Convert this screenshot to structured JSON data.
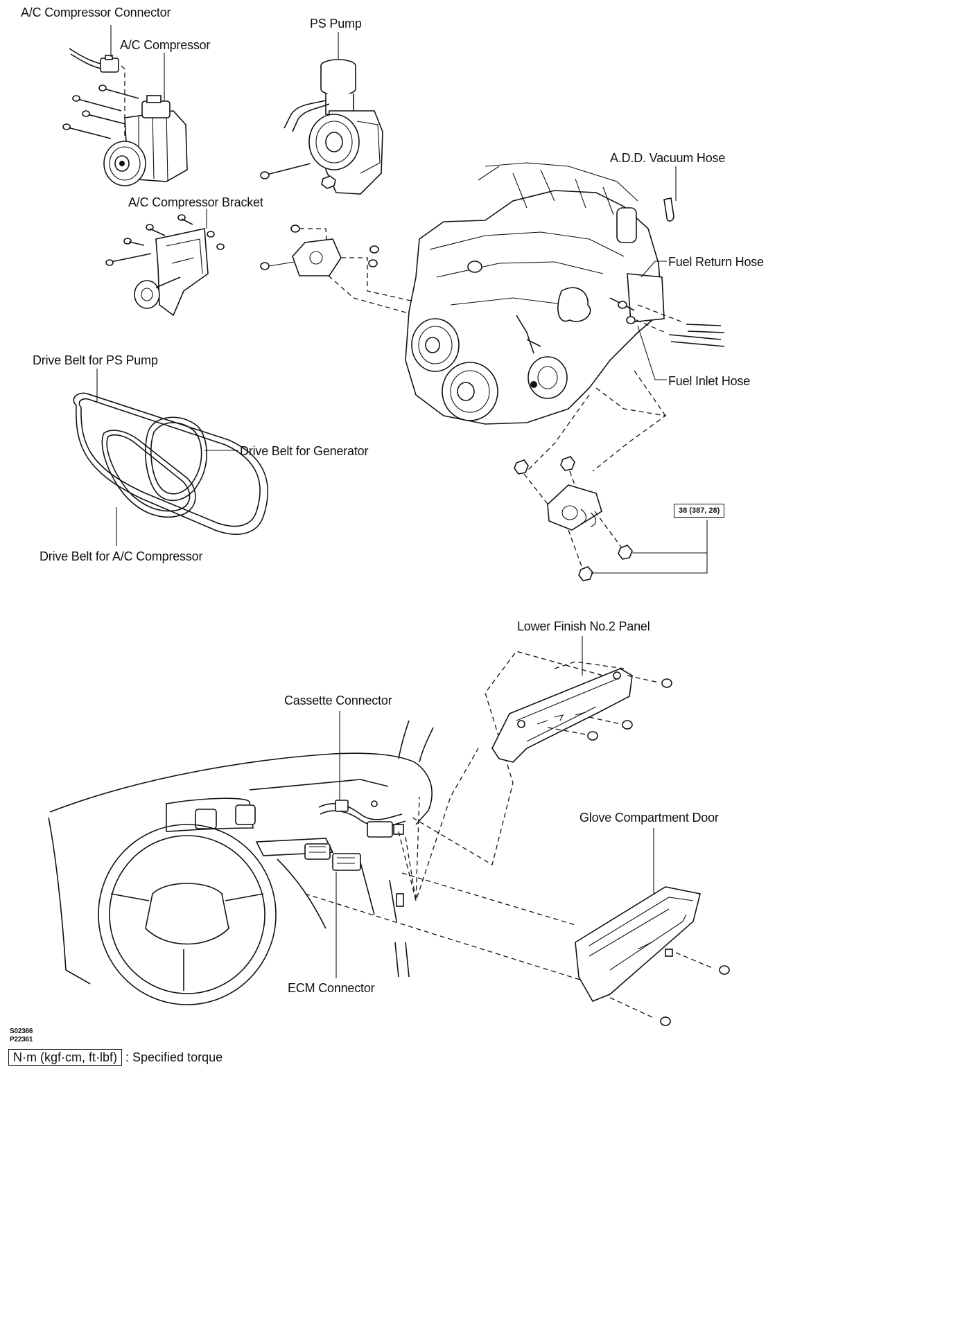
{
  "labels": {
    "ac_compressor_connector": "A/C Compressor Connector",
    "ac_compressor": "A/C Compressor",
    "ps_pump": "PS Pump",
    "add_vacuum_hose": "A.D.D. Vacuum Hose",
    "ac_compressor_bracket": "A/C Compressor Bracket",
    "fuel_return_hose": "Fuel Return Hose",
    "fuel_inlet_hose": "Fuel Inlet Hose",
    "drive_belt_ps_pump": "Drive Belt for PS Pump",
    "drive_belt_generator": "Drive Belt for Generator",
    "drive_belt_ac_compressor": "Drive Belt for A/C Compressor",
    "lower_finish_panel": "Lower Finish No.2 Panel",
    "cassette_connector": "Cassette Connector",
    "glove_compartment_door": "Glove Compartment Door",
    "ecm_connector": "ECM Connector"
  },
  "torque_spec": "38 (387, 28)",
  "figure_codes": [
    "S02366",
    "P22361"
  ],
  "legend": {
    "unit": "N·m (kgf·cm, ft·lbf)",
    "text": ": Specified torque"
  }
}
